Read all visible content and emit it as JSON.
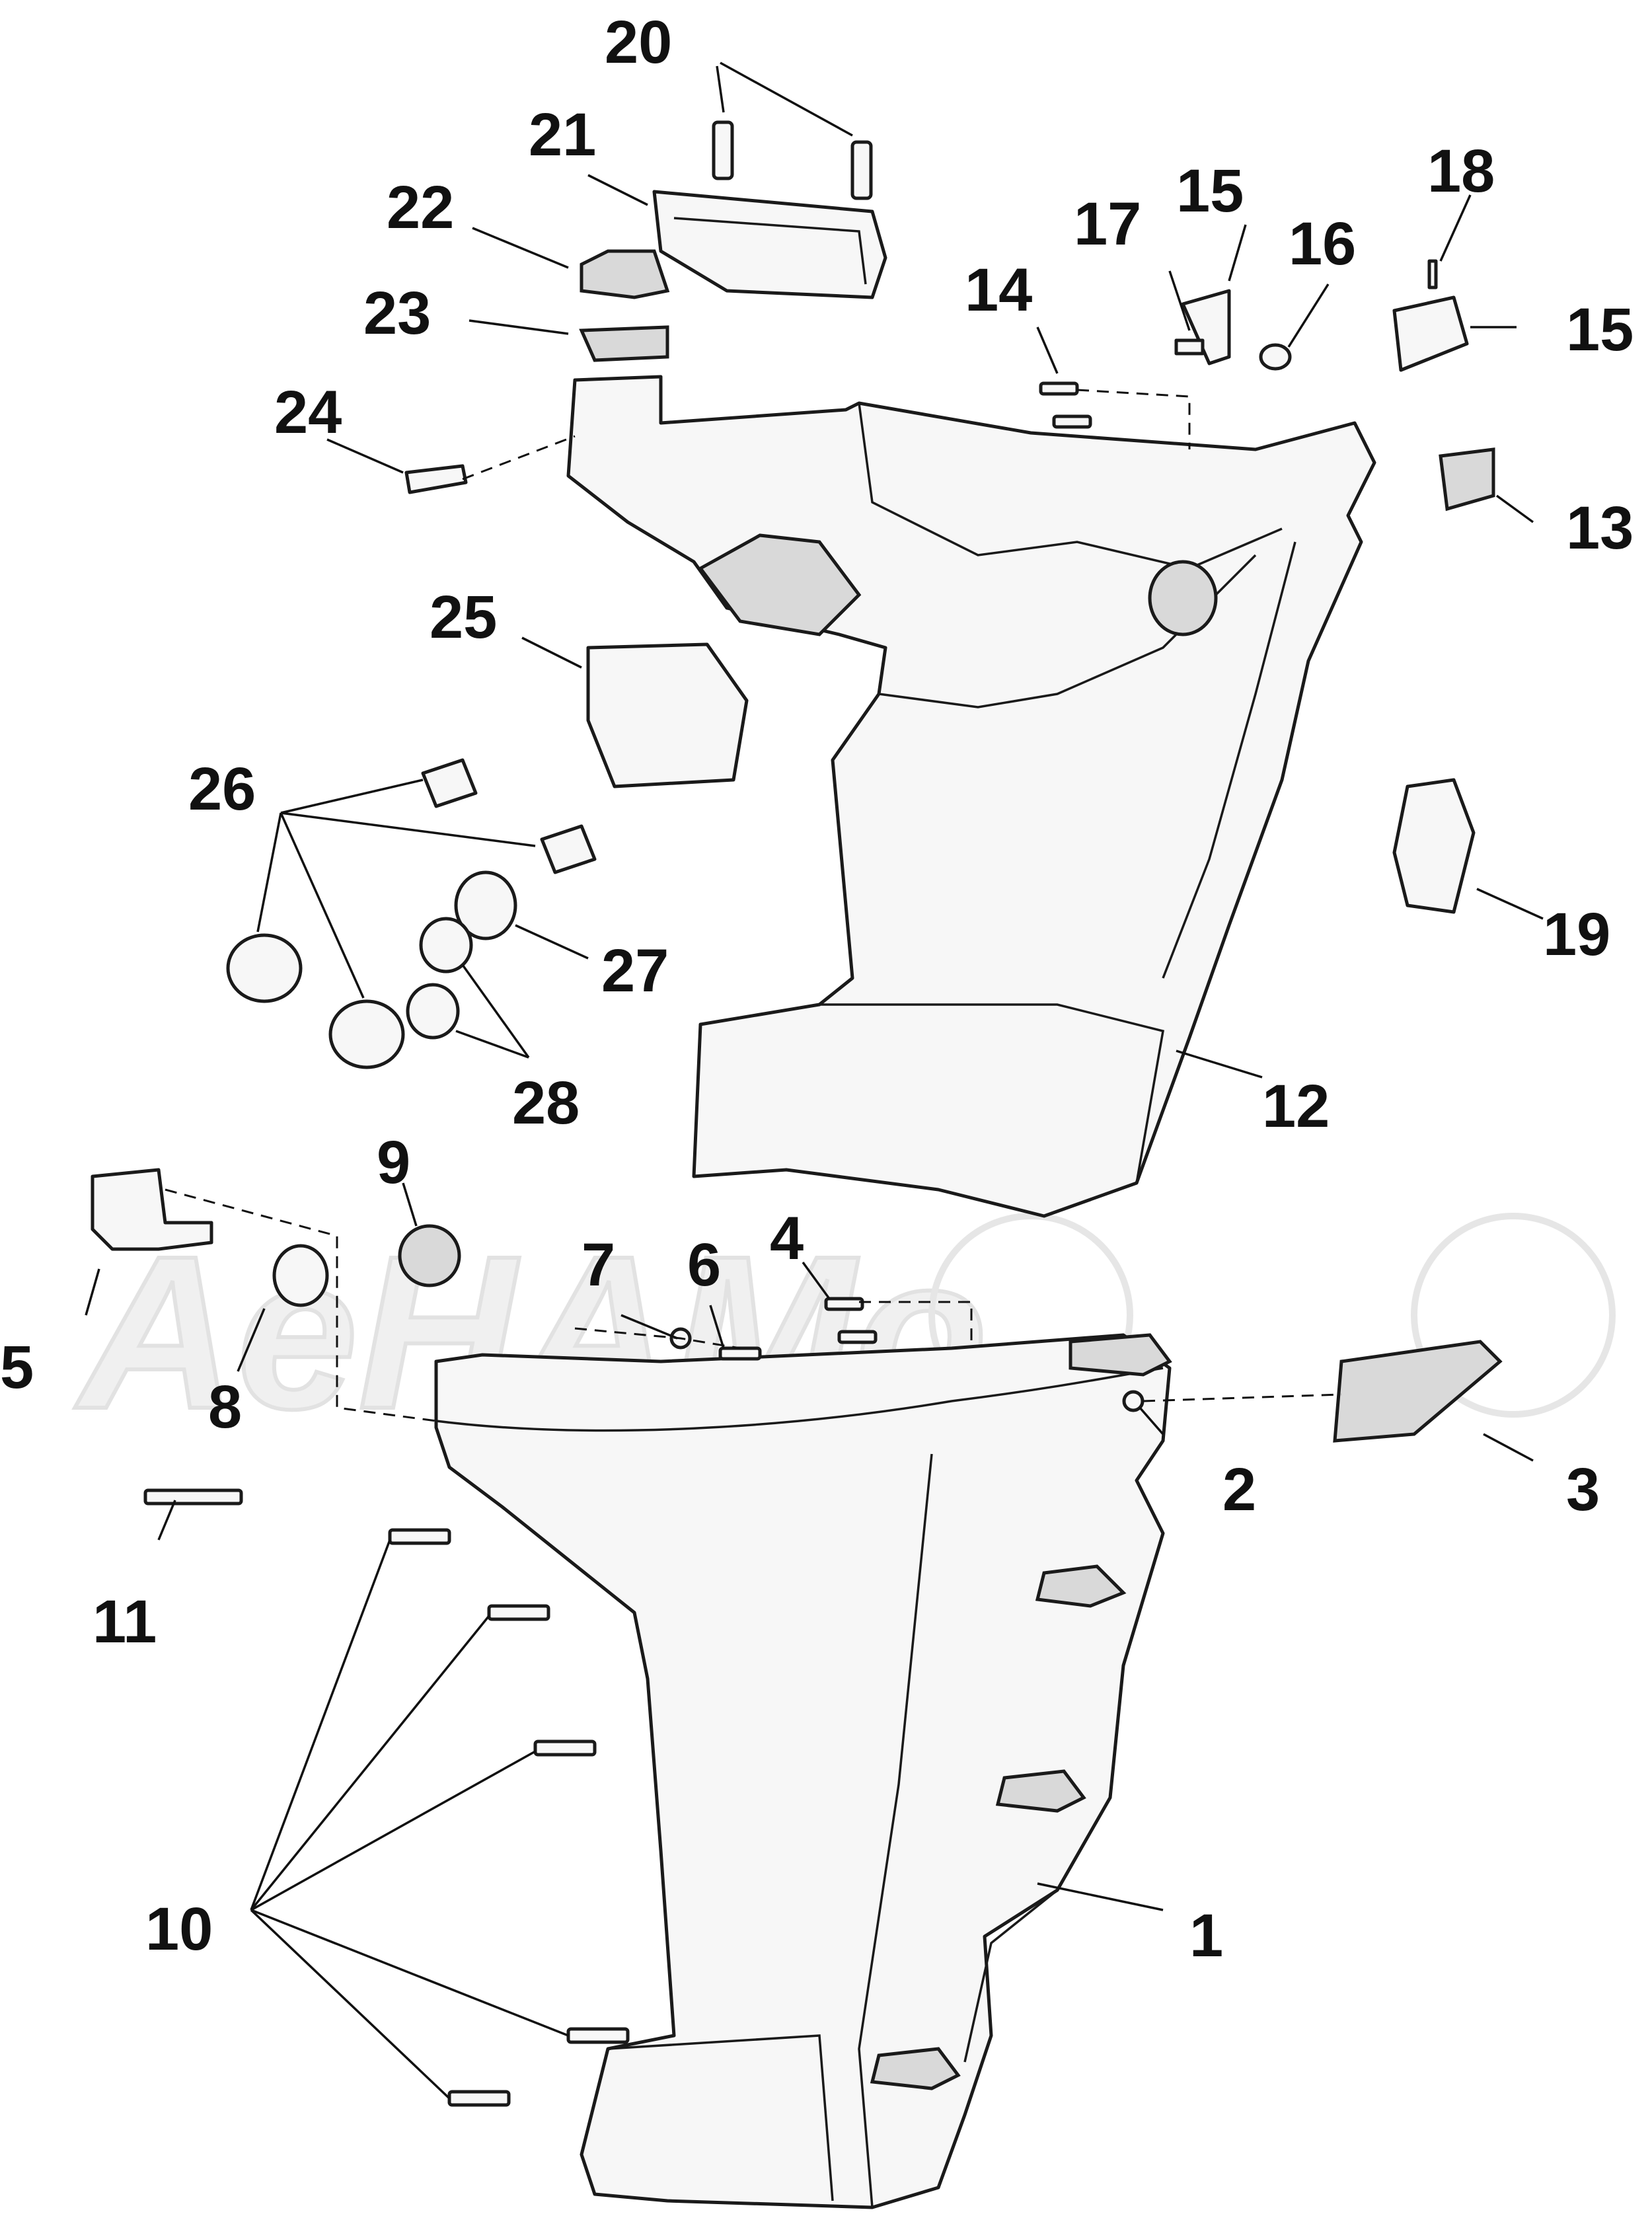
{
  "watermark": {
    "text": "AeHAMo"
  },
  "callouts": [
    {
      "id": "1",
      "text": "1"
    },
    {
      "id": "2",
      "text": "2"
    },
    {
      "id": "3",
      "text": "3"
    },
    {
      "id": "4",
      "text": "4"
    },
    {
      "id": "5",
      "text": "5"
    },
    {
      "id": "6",
      "text": "6"
    },
    {
      "id": "7",
      "text": "7"
    },
    {
      "id": "8",
      "text": "8"
    },
    {
      "id": "9",
      "text": "9"
    },
    {
      "id": "10",
      "text": "10"
    },
    {
      "id": "11",
      "text": "11"
    },
    {
      "id": "12",
      "text": "12"
    },
    {
      "id": "13",
      "text": "13"
    },
    {
      "id": "14",
      "text": "14"
    },
    {
      "id": "15a",
      "text": "15"
    },
    {
      "id": "15b",
      "text": "15"
    },
    {
      "id": "16",
      "text": "16"
    },
    {
      "id": "17",
      "text": "17"
    },
    {
      "id": "18",
      "text": "18"
    },
    {
      "id": "19",
      "text": "19"
    },
    {
      "id": "20",
      "text": "20"
    },
    {
      "id": "21",
      "text": "21"
    },
    {
      "id": "22",
      "text": "22"
    },
    {
      "id": "23",
      "text": "23"
    },
    {
      "id": "24",
      "text": "24"
    },
    {
      "id": "25",
      "text": "25"
    },
    {
      "id": "26",
      "text": "26"
    },
    {
      "id": "27",
      "text": "27"
    },
    {
      "id": "28",
      "text": "28"
    }
  ]
}
